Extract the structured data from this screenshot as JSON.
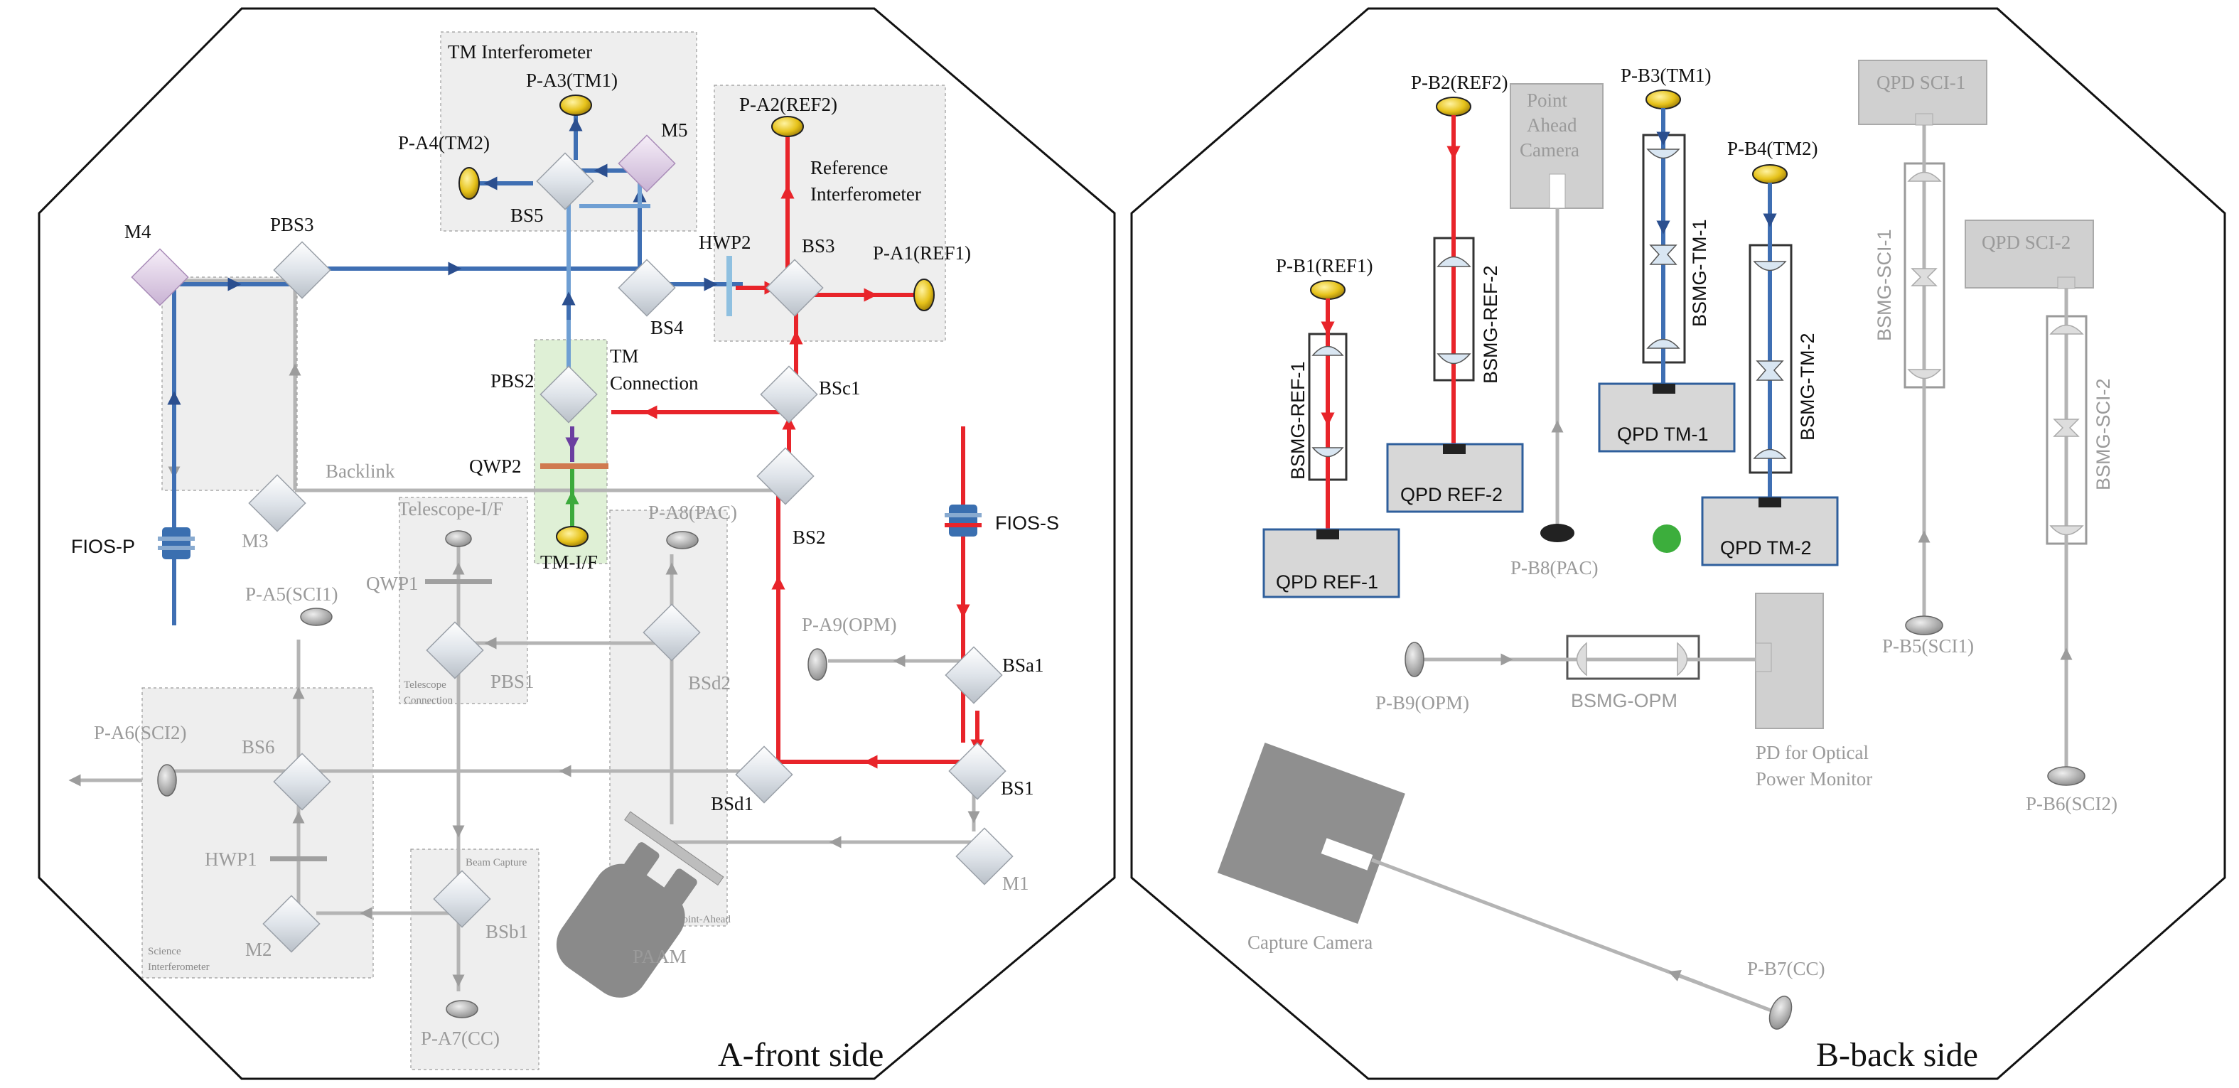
{
  "colors": {
    "beam_red": "#e8242a",
    "beam_blue": "#3f6fb3",
    "beam_light_blue": "#6f9fd3",
    "beam_gray": "#b4b4b4",
    "beam_green": "#3caa3c",
    "beam_purple": "#6b3fa0",
    "photodiode_yellow": "#e6c21a",
    "qpd_border": "#2f5f9c",
    "outline": "#111111"
  },
  "front": {
    "title": "A-front side",
    "tm_interferometer": "TM Interferometer",
    "reference_interferometer_1": "Reference",
    "reference_interferometer_2": "Interferometer",
    "tm_connection_1": "TM",
    "tm_connection_2": "Connection",
    "backlink": "Backlink",
    "telescope_if": "Telescope-I/F",
    "telescope_connection_1": "Telescope",
    "telescope_connection_2": "Connection",
    "science_interferometer_1": "Science",
    "science_interferometer_2": "Interferometer",
    "beam_capture": "Beam Capture",
    "point_ahead": "Point-Ahead",
    "paam": "PAAM",
    "fios_p": "FIOS-P",
    "fios_s": "FIOS-S",
    "tm_if": "TM-I/F",
    "components": {
      "pa3": "P-A3(TM1)",
      "pa4": "P-A4(TM2)",
      "pa2": "P-A2(REF2)",
      "pa1": "P-A1(REF1)",
      "pa8": "P-A8(PAC)",
      "pa9": "P-A9(OPM)",
      "pa5": "P-A5(SCI1)",
      "pa6": "P-A6(SCI2)",
      "pa7": "P-A7(CC)",
      "m5": "M5",
      "m4": "M4",
      "m3": "M3",
      "m2": "M2",
      "m1": "M1",
      "bs5": "BS5",
      "bs4": "BS4",
      "bs3": "BS3",
      "bs2": "BS2",
      "bs1": "BS1",
      "bs6": "BS6",
      "bsc1": "BSc1",
      "bsa1": "BSa1",
      "bsd1": "BSd1",
      "bsd2": "BSd2",
      "bsb1": "BSb1",
      "pbs1": "PBS1",
      "pbs2": "PBS2",
      "pbs3": "PBS3",
      "hwp1": "HWP1",
      "hwp2": "HWP2",
      "qwp1": "QWP1",
      "qwp2": "QWP2"
    }
  },
  "back": {
    "title": "B-back side",
    "pb1": "P-B1(REF1)",
    "pb2": "P-B2(REF2)",
    "pb3": "P-B3(TM1)",
    "pb4": "P-B4(TM2)",
    "pb5": "P-B5(SCI1)",
    "pb6": "P-B6(SCI2)",
    "pb7": "P-B7(CC)",
    "pb8": "P-B8(PAC)",
    "pb9": "P-B9(OPM)",
    "bsmg_ref1": "BSMG-REF-1",
    "bsmg_ref2": "BSMG-REF-2",
    "bsmg_tm1": "BSMG-TM-1",
    "bsmg_tm2": "BSMG-TM-2",
    "bsmg_sci1": "BSMG-SCI-1",
    "bsmg_sci2": "BSMG-SCI-2",
    "bsmg_opm": "BSMG-OPM",
    "qpd_ref1": "QPD REF-1",
    "qpd_ref2": "QPD REF-2",
    "qpd_tm1": "QPD TM-1",
    "qpd_tm2": "QPD TM-2",
    "qpd_sci1": "QPD SCI-1",
    "qpd_sci2": "QPD SCI-2",
    "point_ahead_camera_1": "Point",
    "point_ahead_camera_2": "Ahead",
    "point_ahead_camera_3": "Camera",
    "pd_opm_1": "PD for Optical",
    "pd_opm_2": "Power Monitor",
    "capture_camera": "Capture Camera"
  }
}
